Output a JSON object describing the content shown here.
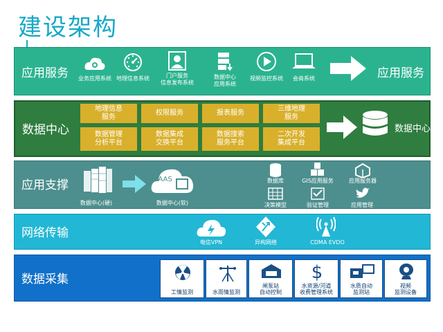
{
  "title": "建设架构",
  "app_services": {
    "label": "应用服务",
    "items": [
      {
        "icon": "gear-cloud-icon",
        "text": "业务应用系统"
      },
      {
        "icon": "dial-icon",
        "text": "地理信息系统"
      },
      {
        "icon": "person-portrait-icon",
        "text": "门户服务\n信息发布系统"
      },
      {
        "icon": "server-download-icon",
        "text": "数据中心\n应用系统"
      },
      {
        "icon": "play-icon",
        "text": "视频监控系统"
      },
      {
        "icon": "laptop-icon",
        "text": "会商系统"
      }
    ],
    "target": "应用服务"
  },
  "data_center": {
    "label": "数据中心",
    "cells_row1": [
      "地理信息\n服务",
      "权限服务",
      "报表服务",
      "三维地理\n服务"
    ],
    "cells_row2": [
      "数据管理\n分析平台",
      "数据集成\n交换平台",
      "数据搜索\n服务平台",
      "二次开发\n集成平台"
    ],
    "target": "数据中心"
  },
  "app_support": {
    "label": "应用支撑",
    "hardware": "数据中心(硬)",
    "paas": "PAAS",
    "software": "数据中心(软)",
    "items": [
      "数据库",
      "GIS应用服务",
      "应用服务器",
      "决策模型",
      "验证管理",
      "应用管理"
    ]
  },
  "network": {
    "label": "网络传输",
    "items": [
      "电信VPN",
      "异构网络",
      "CDMA EVDO"
    ]
  },
  "collection": {
    "label": "数据采集",
    "items": [
      "工情监测",
      "水雨情监测",
      "闸泵站\n自动控制",
      "水资源/河道\n收费管理系统",
      "水质自动\n监测站",
      "视频\n监测设备"
    ]
  }
}
